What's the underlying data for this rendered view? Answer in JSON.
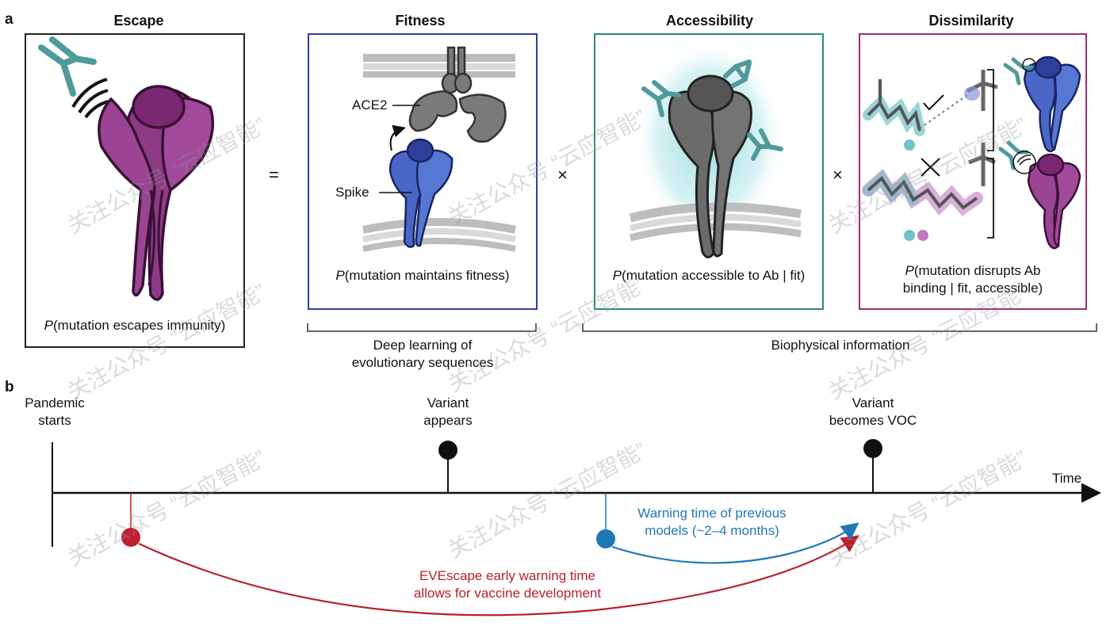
{
  "panel_a": {
    "letter": "a",
    "escape": {
      "title": "Escape",
      "caption_italic": "P",
      "caption_rest": "(mutation escapes immunity)"
    },
    "equals": "=",
    "fitness": {
      "title": "Fitness",
      "ace2_label": "ACE2",
      "spike_label": "Spike",
      "caption_italic": "P",
      "caption_rest": "(mutation maintains fitness)"
    },
    "times1": "×",
    "accessibility": {
      "title": "Accessibility",
      "caption_italic": "P",
      "caption_rest": "(mutation accessible to Ab | fit)"
    },
    "times2": "×",
    "dissimilarity": {
      "title": "Dissimilarity",
      "caption_italic": "P",
      "caption_line1_rest": "(mutation disrupts Ab",
      "caption_line2": "binding | fit, accessible)"
    },
    "bracket_left": {
      "line1": "Deep learning of",
      "line2": "evolutionary sequences"
    },
    "bracket_right": {
      "line1": "Biophysical information"
    }
  },
  "panel_b": {
    "letter": "b",
    "pandemic": {
      "line1": "Pandemic",
      "line2": "starts"
    },
    "variant_appears": {
      "line1": "Variant",
      "line2": "appears"
    },
    "variant_voc": {
      "line1": "Variant",
      "line2": "becomes VOC"
    },
    "axis_label": "Time",
    "previous_models": {
      "line1": "Warning time of previous",
      "line2": "models (~2–4 months)"
    },
    "evescape": {
      "line1": "EVEscape early warning time",
      "line2": "allows for vaccine development"
    }
  },
  "watermark": "关注公众号 “云应智能”",
  "colors": {
    "escape_purple": "#8e3a86",
    "fitness_blue": "#2f3e9e",
    "accessibility_teal": "#2a8a78",
    "dissimilarity_magenta": "#9b2f72",
    "antibody_teal": "#4f9a9a",
    "evescape_red": "#b8202f",
    "previous_blue": "#1f78b4"
  }
}
